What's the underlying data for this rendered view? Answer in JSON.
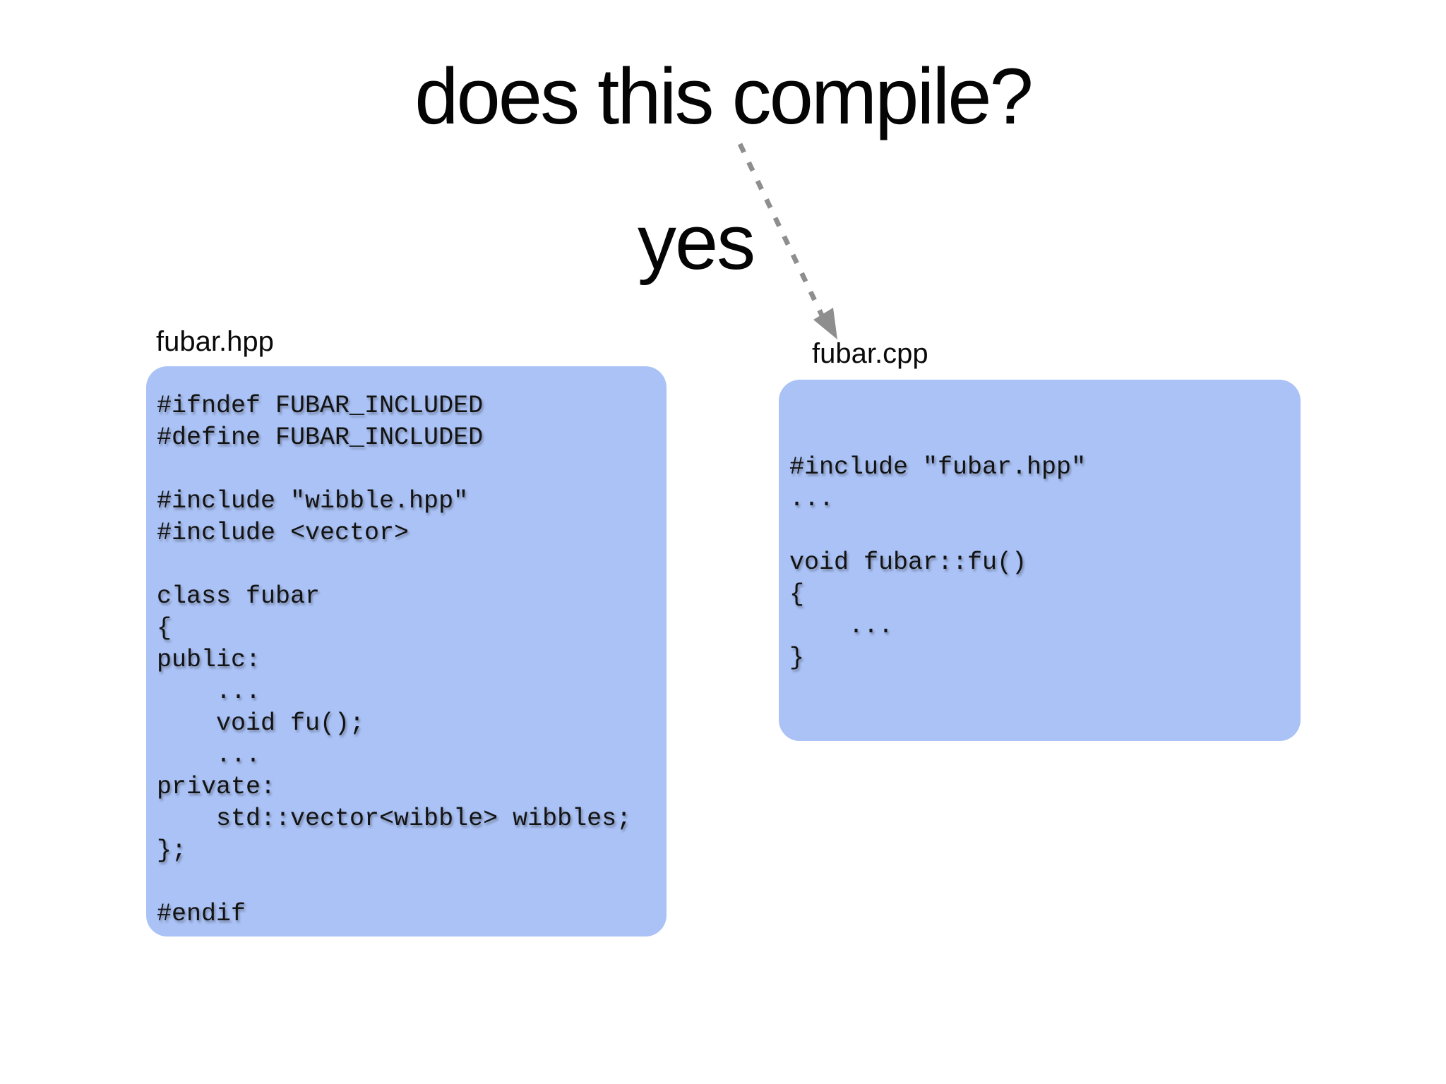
{
  "slide": {
    "title": "does this compile?",
    "answer": "yes"
  },
  "colors": {
    "background": "#ffffff",
    "box_fill": "#aac2f6",
    "code_text": "#131313",
    "title_text": "#050505",
    "arrow_gray": "#8e8e8e"
  },
  "files": [
    {
      "label": "fubar.hpp",
      "code": "#ifndef FUBAR_INCLUDED\n#define FUBAR_INCLUDED\n\n#include \"wibble.hpp\"\n#include <vector>\n\nclass fubar\n{\npublic:\n    ...\n    void fu();\n    ...\nprivate:\n    std::vector<wibble> wibbles;\n};\n\n#endif"
    },
    {
      "label": "fubar.cpp",
      "code": "#include \"fubar.hpp\"\n...\n\nvoid fubar::fu()\n{\n    ...\n}"
    }
  ]
}
